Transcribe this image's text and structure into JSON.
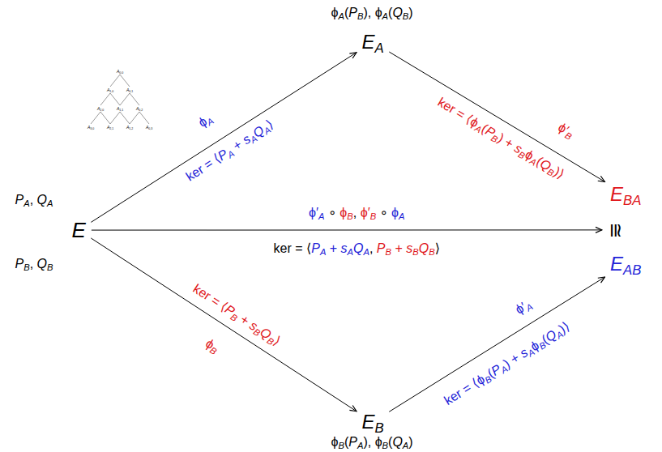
{
  "diagram": {
    "nodes": [
      {
        "text": [
          "E"
        ]
      },
      {
        "text": [
          "EA"
        ]
      },
      {
        "text": [
          "EBA"
        ]
      },
      {
        "text": [
          "≅"
        ]
      },
      {
        "text": [
          "EAB"
        ]
      },
      {
        "text": [
          "EB"
        ]
      }
    ],
    "edges": [
      {
        "from": 0,
        "to": 1,
        "arrow": "to",
        "label": "ϕA"
      },
      {
        "from": 1,
        "to": 2,
        "arrow": "to",
        "label": "ϕ′B"
      },
      {
        "from": 0,
        "to": 3,
        "arrow": "to",
        "label": "ϕ′A ∘ ϕB, ϕ′B ∘ ϕA"
      },
      {
        "from": 0,
        "to": 5,
        "arrow": "to",
        "label": "ϕB"
      },
      {
        "from": 5,
        "to": 4,
        "arrow": "to",
        "label": "ϕ′A"
      }
    ],
    "labels": [
      "PA, QA",
      "PB, QB",
      "ϕA(PB), ϕA(QB)",
      "ϕB(PA), ϕB(QA)",
      "ker = ⟨PA + sAQA⟩",
      "ker = ⟨ϕA(PB) + sBϕA(QB)⟩",
      "ker = ⟨PA + sAQA, PB + sBQB⟩",
      "ker = ⟨PB + sBQB⟩",
      "ker = ⟨ϕB(PA) + sAϕB(QA)⟩",
      "A0,0",
      "A1,0",
      "A0,1",
      "A2,0",
      "A1,1",
      "A0,2",
      "A3,0",
      "A2,1",
      "A1,2",
      "A0,3"
    ]
  }
}
